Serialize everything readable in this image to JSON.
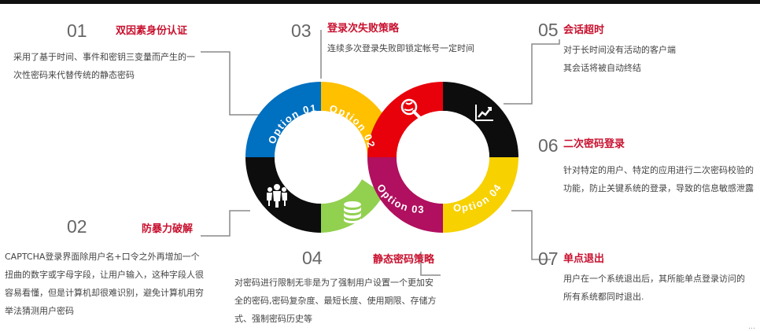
{
  "items": [
    {
      "num": "01",
      "title": "双因素身份认证",
      "desc": "采用了基于时间、事件和密钥三变量而产生的一次性密码来代替传统的静态密码"
    },
    {
      "num": "02",
      "title": "防暴力破解",
      "desc": "CAPTCHA登录界面除用户名+口令之外再增加一个扭曲的数字或字母字段，让用户输入，这种字段人很容易看懂，但是计算机却很难识别，避免计算机用穷举法猜测用户密码"
    },
    {
      "num": "03",
      "title": "登录次失败策略",
      "desc": "连续多次登录失败即锁定帐号一定时间"
    },
    {
      "num": "04",
      "title": "静态密码策略",
      "desc": "对密码进行限制无非是为了强制用户设置一个更加安全的密码,密码复杂度、最短长度、使用期限、存储方式、强制密码历史等"
    },
    {
      "num": "05",
      "title": "会话超时",
      "desc": "对于长时间没有活动的客户端其会话将被自动终结"
    },
    {
      "num": "06",
      "title": "二次密码登录",
      "desc": "针对特定的用户、特定的应用进行二次密码校验的功能，防止关键系统的登录，导致的信息敏感泄露"
    },
    {
      "num": "07",
      "title": "单点退出",
      "desc": "用户在一个系统退出后，其所能单点登录访问的所有系统都同时退出."
    }
  ],
  "options": {
    "o1": "Option 01",
    "o2": "Option 02",
    "o3": "Option 03",
    "o4": "Option 04"
  },
  "icons": [
    "users-icon",
    "database-icon",
    "globe-search-icon",
    "chart-trend-icon"
  ],
  "colors": {
    "blue": "#0070c0",
    "yellow": "#ffc000",
    "black": "#0d0d0d",
    "green": "#92d050",
    "magenta": "#b0105f",
    "red": "#e8000b",
    "gold": "#f7d100",
    "title_red": "#c8102e"
  },
  "watermark": "…"
}
